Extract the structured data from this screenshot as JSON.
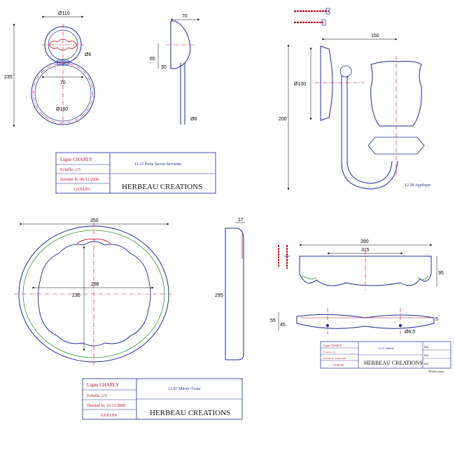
{
  "sheets": {
    "ring": {
      "dims": {
        "top": "Ø110",
        "side_top": "70",
        "height": "235",
        "height_side": "65",
        "small": "30",
        "inner": "70",
        "hole": "Ø6",
        "rod": "Ø8",
        "ring": "Ø160"
      },
      "title_block": {
        "ligne": "Ligne CHARLY",
        "echelle": "Echelle: 2/5",
        "dessine": "Dessiné le: 06/11/2000",
        "guelpa": "GUELPA",
        "item": "11.23 Porte Savon Serviette",
        "company": "HERBEAU CREATIONS"
      }
    },
    "applique": {
      "dims": {
        "width": "150",
        "diam": "Ø100",
        "height": "200"
      },
      "label": "12.28 Applique"
    },
    "mirror": {
      "dims": {
        "width": "350",
        "depth": "17",
        "height": "295",
        "inner_w": "298",
        "inner_h": "230"
      },
      "title_block": {
        "ligne": "Ligne CHARLY",
        "echelle": "Echelle: 2/5",
        "dessine": "Dessiné le: 16/11/2000",
        "guelpa": "GUELPA",
        "item": "12.07 Miroir Ovale",
        "company": "HERBEAU CREATIONS"
      }
    },
    "tablette": {
      "dims": {
        "top": "390",
        "inner": "315",
        "height": "95",
        "thick1": "55",
        "thick2": "45",
        "hole": "Ø6.5",
        "edge": "5"
      },
      "title_block": {
        "ligne": "Ligne CHARLY",
        "echelle": "Echelle: 1/2",
        "dessine": "Dessiné le: 13/06/2000",
        "guelpa": "GUELPA",
        "item": "12.11 Tablette",
        "company": "HERBEAU CREATIONS",
        "ind1": "Ind:",
        "ind2": "Ind:",
        "ind3": "Ind:",
        "modif": "Modifications"
      }
    }
  }
}
